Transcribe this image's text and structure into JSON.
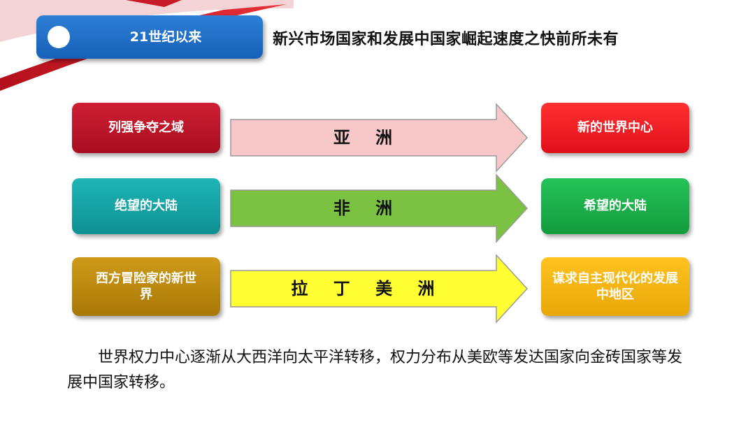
{
  "header": {
    "tab_label": "21世纪以来",
    "title": "新兴市场国家和发展中国家崛起速度之快前所未有"
  },
  "rows": [
    {
      "from": "列强争夺之域",
      "region": "亚 洲",
      "to": "新的世界中心",
      "colors": {
        "from": "#c0142a",
        "arrow": "#f8c8c8",
        "to": "#ef1c24"
      }
    },
    {
      "from": "绝望的大陆",
      "region": "非 洲",
      "to": "希望的大陆",
      "colors": {
        "from": "#12a3a5",
        "arrow": "#7cc242",
        "to": "#1bb04a"
      }
    },
    {
      "from": "西方冒险家的新世界",
      "region": "拉 丁 美 洲",
      "to": "谋求自主现代化的发展中地区",
      "colors": {
        "from": "#c08b0c",
        "arrow": "#ffff33",
        "to": "#f3b513"
      }
    }
  ],
  "footer": {
    "text": "世界权力中心逐渐从大西洋向太平洋转移，权力分布从美欧等发达国家向金砖国家等发展中国家转移。"
  },
  "colors": {
    "header_tab": "#1e6fc8",
    "ribbon": "#d8202c"
  }
}
